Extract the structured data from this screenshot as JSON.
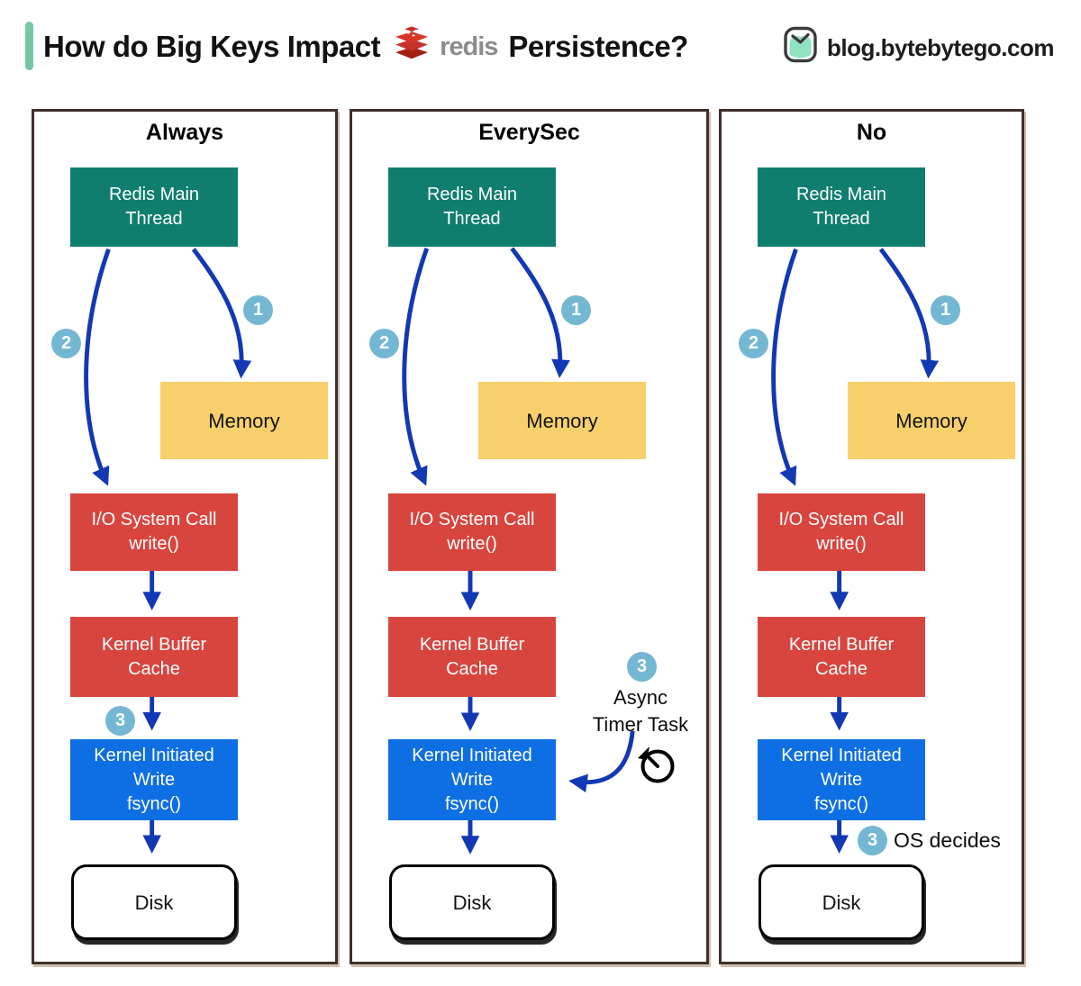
{
  "header": {
    "title_part1": "How do Big Keys Impact",
    "redis_wordmark": "redis",
    "title_part2": "Persistence?",
    "site": "blog.bytebytego.com"
  },
  "colors": {
    "accent": "#72c9a5",
    "panel_border": "#40302a",
    "teal": "#0f7e6e",
    "red": "#d8453e",
    "blue": "#0d6fe3",
    "yellow": "#f8d06b",
    "arrow": "#1238b4",
    "badge": "#74b7d3",
    "redis_red": "#c6302b"
  },
  "panels": [
    {
      "title": "Always",
      "nodes": {
        "main_thread": "Redis Main\nThread",
        "memory": "Memory",
        "io_call": "I/O System Call\nwrite()",
        "kernel_buffer": "Kernel Buffer\nCache",
        "fsync": "Kernel Initiated\nWrite\nfsync()",
        "disk": "Disk"
      },
      "badges": {
        "step1": "1",
        "step2": "2",
        "step3": "3"
      }
    },
    {
      "title": "EverySec",
      "nodes": {
        "main_thread": "Redis Main\nThread",
        "memory": "Memory",
        "io_call": "I/O System Call\nwrite()",
        "kernel_buffer": "Kernel Buffer\nCache",
        "fsync": "Kernel Initiated\nWrite\nfsync()",
        "disk": "Disk"
      },
      "badges": {
        "step1": "1",
        "step2": "2",
        "step3": "3"
      },
      "annotation": "Async\nTimer Task"
    },
    {
      "title": "No",
      "nodes": {
        "main_thread": "Redis Main\nThread",
        "memory": "Memory",
        "io_call": "I/O System Call\nwrite()",
        "kernel_buffer": "Kernel Buffer\nCache",
        "fsync": "Kernel Initiated\nWrite\nfsync()",
        "disk": "Disk"
      },
      "badges": {
        "step1": "1",
        "step2": "2",
        "step3": "3"
      },
      "annotation": "OS decides"
    }
  ]
}
